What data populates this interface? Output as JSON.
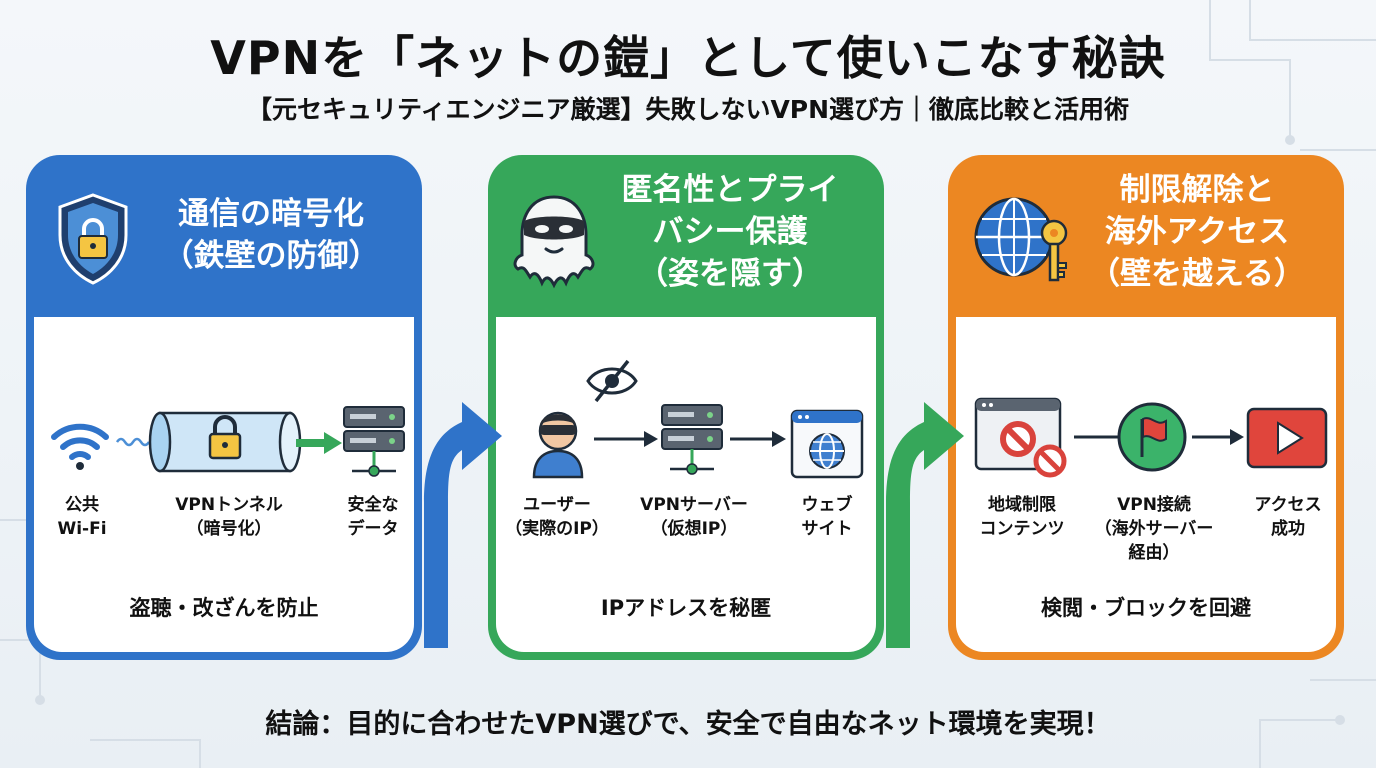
{
  "title": "VPNを「ネットの鎧」として使いこなす秘訣",
  "subtitle": "【元セキュリティエンジニア厳選】失敗しないVPN選び方｜徹底比較と活用術",
  "panels": [
    {
      "title_lines": [
        "通信の暗号化",
        "（鉄壁の防御）"
      ],
      "color": "#2f73c9",
      "icon": "shield-lock-icon",
      "items": [
        {
          "icon": "wifi-icon",
          "label": "公共\nWi-Fi"
        },
        {
          "icon": "tunnel-lock-icon",
          "label": "VPNトンネル\n（暗号化）"
        },
        {
          "icon": "server-icon",
          "label": "安全な\nデータ"
        }
      ],
      "caption": "盗聴・改ざんを防止"
    },
    {
      "title_lines": [
        "匿名性とプライ",
        "バシー保護",
        "（姿を隠す）"
      ],
      "color": "#36a75a",
      "icon": "masked-ghost-icon",
      "items": [
        {
          "icon": "masked-user-icon",
          "label": "ユーザー\n（実際のIP）"
        },
        {
          "icon": "server-icon",
          "label": "VPNサーバー\n（仮想IP）"
        },
        {
          "icon": "website-globe-icon",
          "label": "ウェブ\nサイト"
        }
      ],
      "caption": "IPアドレスを秘匿"
    },
    {
      "title_lines": [
        "制限解除と",
        "海外アクセス",
        "（壁を越える）"
      ],
      "color": "#ec8722",
      "icon": "globe-key-icon",
      "items": [
        {
          "icon": "blocked-content-icon",
          "label": "地域制限\nコンテンツ"
        },
        {
          "icon": "flag-icon",
          "label": "VPN接続\n（海外サーバー\n経由）"
        },
        {
          "icon": "play-button-icon",
          "label": "アクセス\n成功"
        }
      ],
      "caption": "検閲・ブロックを回避"
    }
  ],
  "conclusion": "結論：目的に合わせたVPN選びで、安全で自由なネット環境を実現！"
}
